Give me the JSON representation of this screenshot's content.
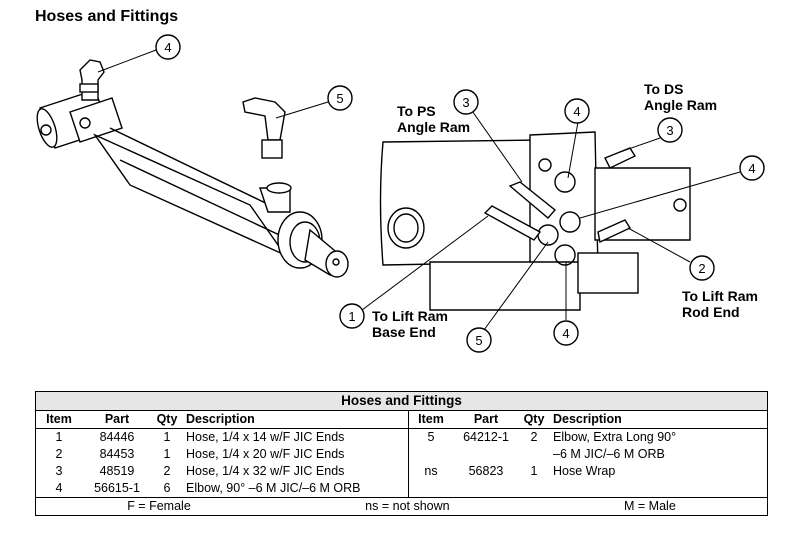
{
  "page": {
    "title": "Hoses and Fittings"
  },
  "figure": {
    "labels": {
      "to_ps_angle_ram": [
        "To PS",
        "Angle Ram"
      ],
      "to_ds_angle_ram": [
        "To DS",
        "Angle Ram"
      ],
      "to_lift_ram_base_end": [
        "To Lift Ram",
        "Base End"
      ],
      "to_lift_ram_rod_end": [
        "To Lift Ram",
        "Rod End"
      ]
    },
    "callouts": [
      "4",
      "5",
      "3",
      "4",
      "3",
      "4",
      "2",
      "1",
      "5",
      "4"
    ]
  },
  "table": {
    "title": "Hoses and Fittings",
    "headers": [
      "Item",
      "Part",
      "Qty",
      "Description",
      "Item",
      "Part",
      "Qty",
      "Description"
    ],
    "left_rows": [
      {
        "item": "1",
        "part": "84446",
        "qty": "1",
        "desc": "Hose, 1/4 x 14 w/F JIC Ends"
      },
      {
        "item": "2",
        "part": "84453",
        "qty": "1",
        "desc": "Hose, 1/4 x 20 w/F JIC Ends"
      },
      {
        "item": "3",
        "part": "48519",
        "qty": "2",
        "desc": "Hose, 1/4 x 32 w/F JIC Ends"
      },
      {
        "item": "4",
        "part": "56615-1",
        "qty": "6",
        "desc": "Elbow, 90° –6 M JIC/–6 M ORB"
      }
    ],
    "right_rows": [
      {
        "item": "5",
        "part": "64212-1",
        "qty": "2",
        "desc": "Elbow, Extra Long 90°",
        "desc2": "–6 M JIC/–6 M ORB"
      },
      {
        "item": "ns",
        "part": "56823",
        "qty": "1",
        "desc": "Hose Wrap",
        "desc2": ""
      }
    ],
    "footer": [
      "F = Female",
      "ns = not shown",
      "M = Male"
    ]
  }
}
